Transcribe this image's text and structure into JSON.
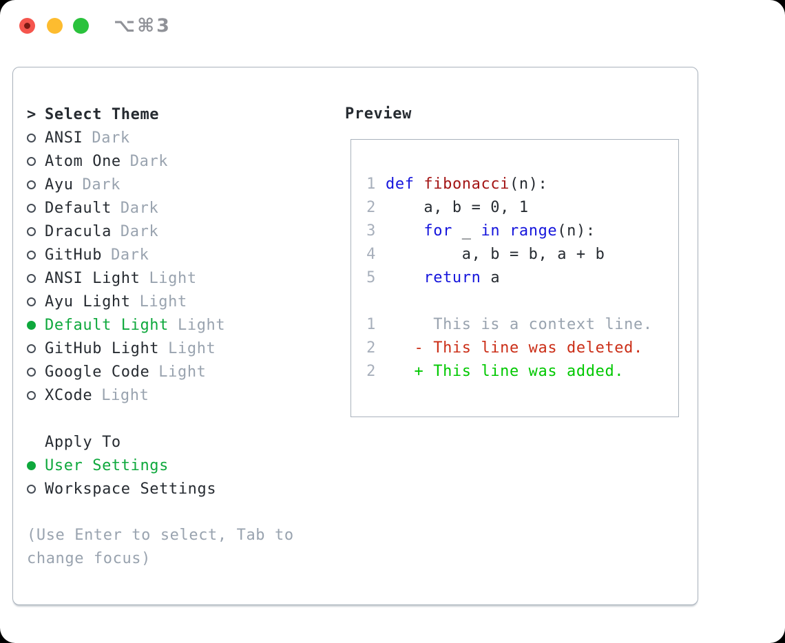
{
  "window": {
    "title": "⌥⌘3"
  },
  "colors": {
    "ink": "#262b31",
    "dim": "#99a3af",
    "green": "#0ea83c",
    "add": "#00c800",
    "del": "#cb2e17",
    "kw": "#1515dc",
    "fn": "#a31515",
    "lnum": "#a7afbb",
    "border": "#a9b2bc",
    "ring": "#454c55",
    "titlegray": "#909298",
    "traffic_red": "#f5554d",
    "traffic_yellow": "#fdbc2f",
    "traffic_green": "#2ac23c",
    "traffic_dot": "#7c1a13"
  },
  "theme_list": {
    "prompt": ">",
    "header": "Select Theme",
    "items": [
      {
        "label": "ANSI",
        "tag": "Dark",
        "selected": false
      },
      {
        "label": "Atom One",
        "tag": "Dark",
        "selected": false
      },
      {
        "label": "Ayu",
        "tag": "Dark",
        "selected": false
      },
      {
        "label": "Default",
        "tag": "Dark",
        "selected": false
      },
      {
        "label": "Dracula",
        "tag": "Dark",
        "selected": false
      },
      {
        "label": "GitHub",
        "tag": "Dark",
        "selected": false
      },
      {
        "label": "ANSI Light",
        "tag": "Light",
        "selected": false
      },
      {
        "label": "Ayu Light",
        "tag": "Light",
        "selected": false
      },
      {
        "label": "Default Light",
        "tag": "Light",
        "selected": true
      },
      {
        "label": "GitHub Light",
        "tag": "Light",
        "selected": false
      },
      {
        "label": "Google Code",
        "tag": "Light",
        "selected": false
      },
      {
        "label": "XCode",
        "tag": "Light",
        "selected": false
      }
    ]
  },
  "apply_to": {
    "header": "Apply To",
    "options": [
      {
        "label": "User Settings",
        "selected": true
      },
      {
        "label": "Workspace Settings",
        "selected": false
      }
    ]
  },
  "hint": "(Use Enter to select, Tab to change focus)",
  "preview": {
    "title": "Preview",
    "code_lines": [
      {
        "kind": "code",
        "num": "1",
        "segments": [
          {
            "t": "def",
            "c": "kw"
          },
          {
            "t": " ",
            "c": "plain"
          },
          {
            "t": "fibonacci",
            "c": "fn"
          },
          {
            "t": "(n):",
            "c": "plain"
          }
        ]
      },
      {
        "kind": "code",
        "num": "2",
        "segments": [
          {
            "t": "    a, b = 0, 1",
            "c": "plain"
          }
        ]
      },
      {
        "kind": "code",
        "num": "3",
        "segments": [
          {
            "t": "    ",
            "c": "plain"
          },
          {
            "t": "for",
            "c": "kw"
          },
          {
            "t": " _ ",
            "c": "plain"
          },
          {
            "t": "in",
            "c": "kw"
          },
          {
            "t": " ",
            "c": "plain"
          },
          {
            "t": "range",
            "c": "kw"
          },
          {
            "t": "(n):",
            "c": "plain"
          }
        ]
      },
      {
        "kind": "code",
        "num": "4",
        "segments": [
          {
            "t": "        a, b = b, a + b",
            "c": "plain"
          }
        ]
      },
      {
        "kind": "code",
        "num": "5",
        "segments": [
          {
            "t": "    ",
            "c": "plain"
          },
          {
            "t": "return",
            "c": "kw"
          },
          {
            "t": " a",
            "c": "plain"
          }
        ]
      },
      {
        "kind": "blank",
        "num": "",
        "segments": []
      },
      {
        "kind": "diff",
        "num": "1",
        "segments": [
          {
            "t": "     This is a context line.",
            "c": "ctx"
          }
        ]
      },
      {
        "kind": "diff",
        "num": "2",
        "segments": [
          {
            "t": "   - This line was deleted.",
            "c": "del"
          }
        ]
      },
      {
        "kind": "diff",
        "num": "2",
        "segments": [
          {
            "t": "   + This line was added.",
            "c": "add"
          }
        ]
      }
    ]
  }
}
